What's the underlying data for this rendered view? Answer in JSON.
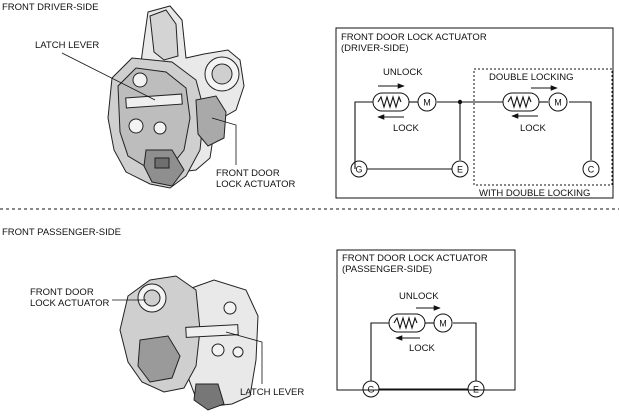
{
  "sections": {
    "driver_title": "FRONT DRIVER-SIDE",
    "passenger_title": "FRONT PASSENGER-SIDE"
  },
  "driver": {
    "latch_lever_label": "LATCH LEVER",
    "actuator_label_line1": "FRONT DOOR",
    "actuator_label_line2": "LOCK ACTUATOR",
    "box_title_line1": "FRONT DOOR LOCK ACTUATOR",
    "box_title_line2": "(DRIVER-SIDE)",
    "unlock": "UNLOCK",
    "lock": "LOCK",
    "double_locking": "DOUBLE LOCKING",
    "lock2": "LOCK",
    "with_double_locking": "WITH DOUBLE LOCKING",
    "terminals": [
      "G",
      "E",
      "C"
    ],
    "motor": "M"
  },
  "passenger": {
    "actuator_label_line1": "FRONT DOOR",
    "actuator_label_line2": "LOCK ACTUATOR",
    "latch_lever_label": "LATCH LEVER",
    "box_title_line1": "FRONT DOOR LOCK ACTUATOR",
    "box_title_line2": "(PASSENGER-SIDE)",
    "unlock": "UNLOCK",
    "lock": "LOCK",
    "terminals": [
      "G",
      "E"
    ],
    "motor": "M"
  }
}
